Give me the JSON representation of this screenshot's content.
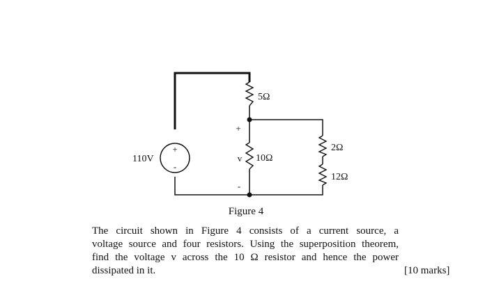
{
  "figure": {
    "source_label": "110V",
    "resistors": {
      "r_top": "5Ω",
      "r_middle": "10Ω",
      "r_right_top": "2Ω",
      "r_right_bottom": "12Ω"
    },
    "source_plus": "+",
    "source_minus": "-",
    "v_label": "v",
    "v_plus": "+",
    "v_minus": "-",
    "caption": "Figure 4"
  },
  "problem": {
    "lines": [
      "The circuit shown in Figure 4 consists of a current source, a",
      "voltage source and four resistors. Using the superposition theorem,",
      "find the voltage v across the 10 Ω resistor and hence the power",
      "dissipated in it."
    ],
    "marks": "[10 marks]"
  }
}
